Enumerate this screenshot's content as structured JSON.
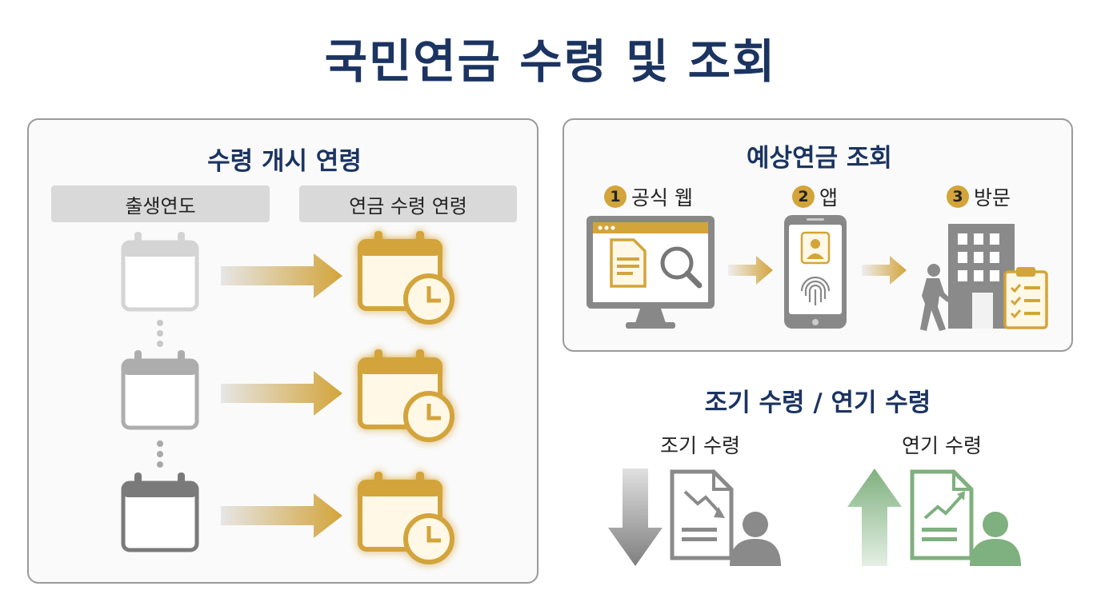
{
  "title": "국민연금 수령 및 조회",
  "start_age": {
    "title": "수령 개시 연령",
    "col_birth": "출생연도",
    "col_age": "연금 수령 연령"
  },
  "estimate": {
    "title": "예상연금 조회",
    "steps": [
      {
        "num": "1",
        "label": "공식 웹"
      },
      {
        "num": "2",
        "label": "앱"
      },
      {
        "num": "3",
        "label": "방문"
      }
    ]
  },
  "early_late": {
    "title": "조기 수령 / 연기 수령",
    "early_label": "조기 수령",
    "late_label": "연기 수령"
  },
  "colors": {
    "navy": "#1b3461",
    "gold": "#d3a43a",
    "gray": "#8a8a8a",
    "green": "#7fb07f"
  }
}
